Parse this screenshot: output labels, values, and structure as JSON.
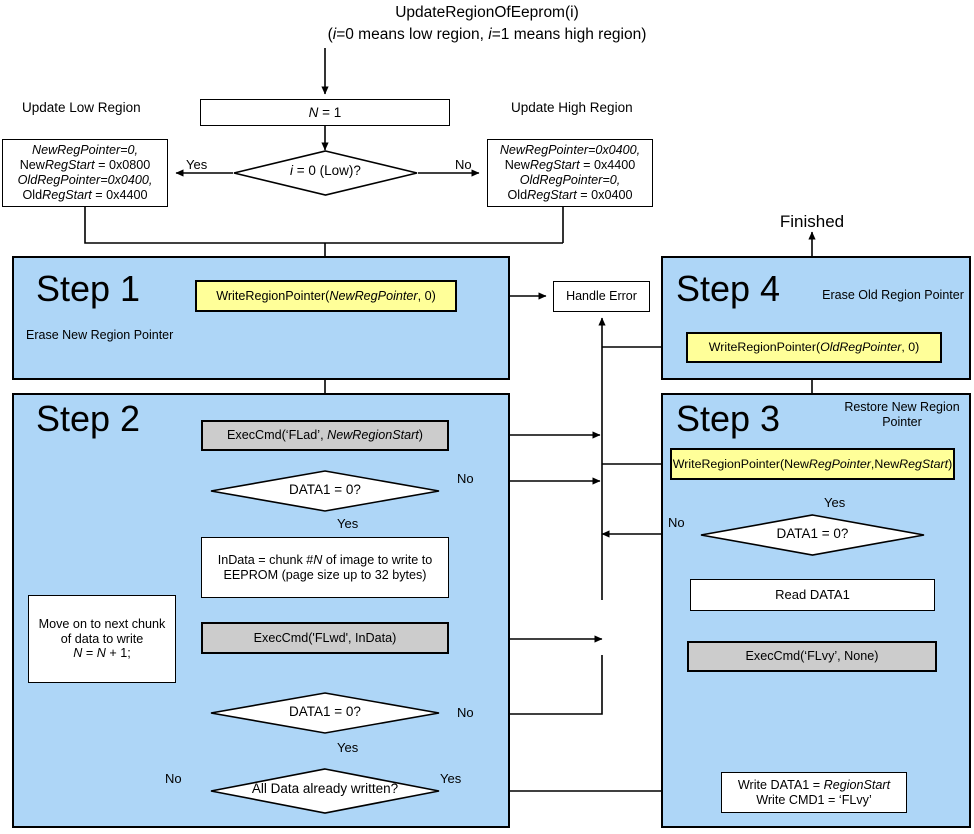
{
  "title": {
    "line1": "UpdateRegionOfEeprom(i)",
    "line2_a": "(",
    "line2_i1": "i",
    "line2_b": "=0 means low region, ",
    "line2_i2": "i",
    "line2_c": "=1 means high region)"
  },
  "top": {
    "init_box": "N = 1",
    "init_box_italic": "N",
    "init_box_rest": " = 1",
    "decision": "i = 0 (Low)?",
    "decision_italic": "i",
    "decision_rest": " = 0 (Low)?",
    "yes_label": "Yes",
    "no_label": "No",
    "left_caption": "Update Low Region",
    "right_caption": "Update High Region",
    "left_box": [
      "NewRegPointer=0,",
      "NewRegStart = 0x0800",
      "OldRegPointer=0x0400,",
      "OldRegStart = 0x4400"
    ],
    "right_box": [
      "NewRegPointer=0x0400,",
      "NewRegStart = 0x4400",
      "OldRegPointer=0,",
      "OldRegStart = 0x0400"
    ]
  },
  "handle_error": "Handle Error",
  "finished": "Finished",
  "step1": {
    "title": "Step 1",
    "subtitle": "Erase New Region Pointer",
    "action": "WriteRegionPointer(NewRegPointer, 0)"
  },
  "step2": {
    "title": "Step 2",
    "exec_flad": "ExecCmd('FLad', NewRegionStart)",
    "decision1": "DATA1 = 0?",
    "decision1_no": "No",
    "decision1_yes": "Yes",
    "indata": [
      "InData = chunk #N of image to write to",
      "EEPROM (page size up to 32 bytes)"
    ],
    "exec_flwd": "ExecCmd('FLwd', InData)",
    "decision2": "DATA1 = 0?",
    "decision2_no": "No",
    "decision2_yes": "Yes",
    "decision3": "All Data already written?",
    "decision3_no": "No",
    "decision3_yes": "Yes",
    "next_chunk": [
      "Move on to next chunk",
      "of data to write",
      "N = N + 1;"
    ]
  },
  "step3": {
    "title": "Step 3",
    "subtitle": "Restore New Region Pointer",
    "action": "WriteRegionPointer(NewRegPointer,NewRegStart)",
    "decision": "DATA1 = 0?",
    "decision_no": "No",
    "decision_yes": "Yes",
    "read_data1": "Read DATA1",
    "exec_flvy": "ExecCmd('FLvy', None)",
    "write_cmd": [
      "Write DATA1 = RegionStart",
      "Write CMD1 = 'FLvy'"
    ]
  },
  "step4": {
    "title": "Step 4",
    "subtitle": "Erase Old Region Pointer",
    "action": "WriteRegionPointer(OldRegPointer, 0)"
  },
  "colors": {
    "panel": "#aed6f7",
    "highlight_yellow": "#ffff99",
    "command_gray": "#cccccc",
    "stroke": "#000000"
  }
}
